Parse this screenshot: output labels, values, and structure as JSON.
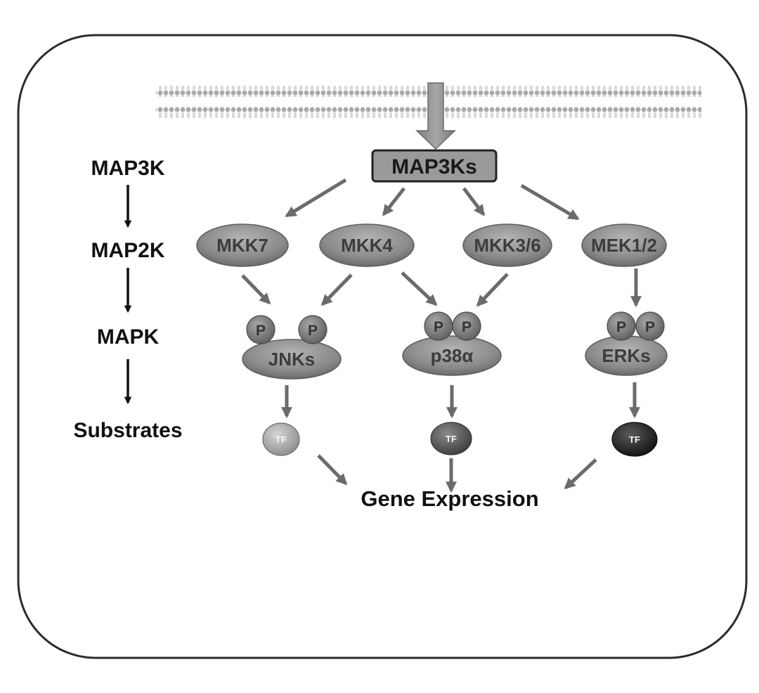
{
  "hierarchy": {
    "levels": [
      "MAP3K",
      "MAP2K",
      "MAPK",
      "Substrates"
    ]
  },
  "top_node": "MAP3Ks",
  "map2k": [
    "MKK7",
    "MKK4",
    "MKK3/6",
    "MEK1/2"
  ],
  "mapk": [
    "JNKs",
    "p38α",
    "ERKs"
  ],
  "phospho_label": "P",
  "tf_label": "TF",
  "output": "Gene Expression",
  "colors": {
    "arrow": "#6b6b6b",
    "node_fill": "#8f8f8f",
    "frame": "#2b2b2b"
  }
}
